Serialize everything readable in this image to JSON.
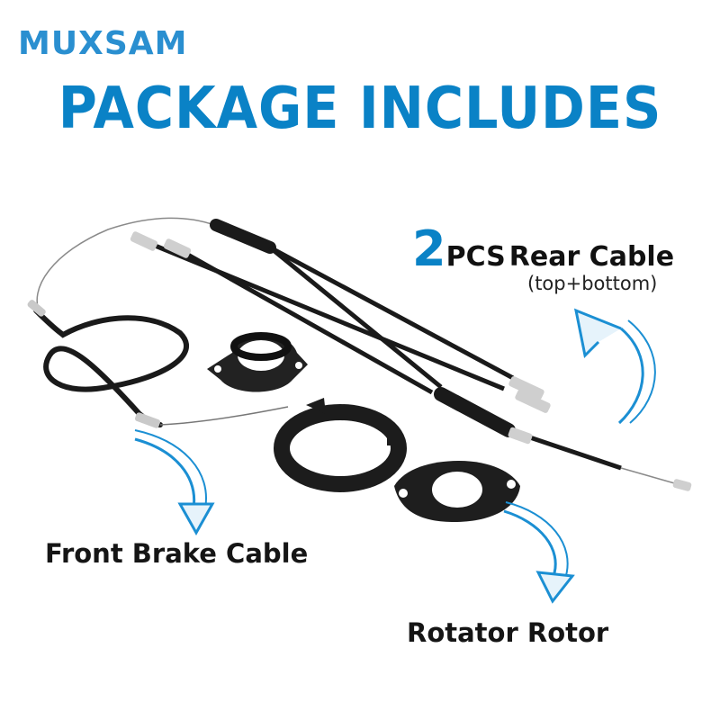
{
  "brand": {
    "name": "MUXSAM"
  },
  "headline": "PACKAGE INCLUDES",
  "rear_cable": {
    "quantity": "2",
    "unit": "PCS",
    "name": "Rear Cable",
    "detail": "(top+bottom)"
  },
  "front_cable": {
    "name": "Front Brake Cable"
  },
  "rotor": {
    "name": "Rotator Rotor"
  },
  "colors": {
    "accent": "#0a82c6",
    "cable": "#1a1a1a",
    "text": "#111111"
  },
  "icons": [
    "curved-arrow-icon"
  ]
}
